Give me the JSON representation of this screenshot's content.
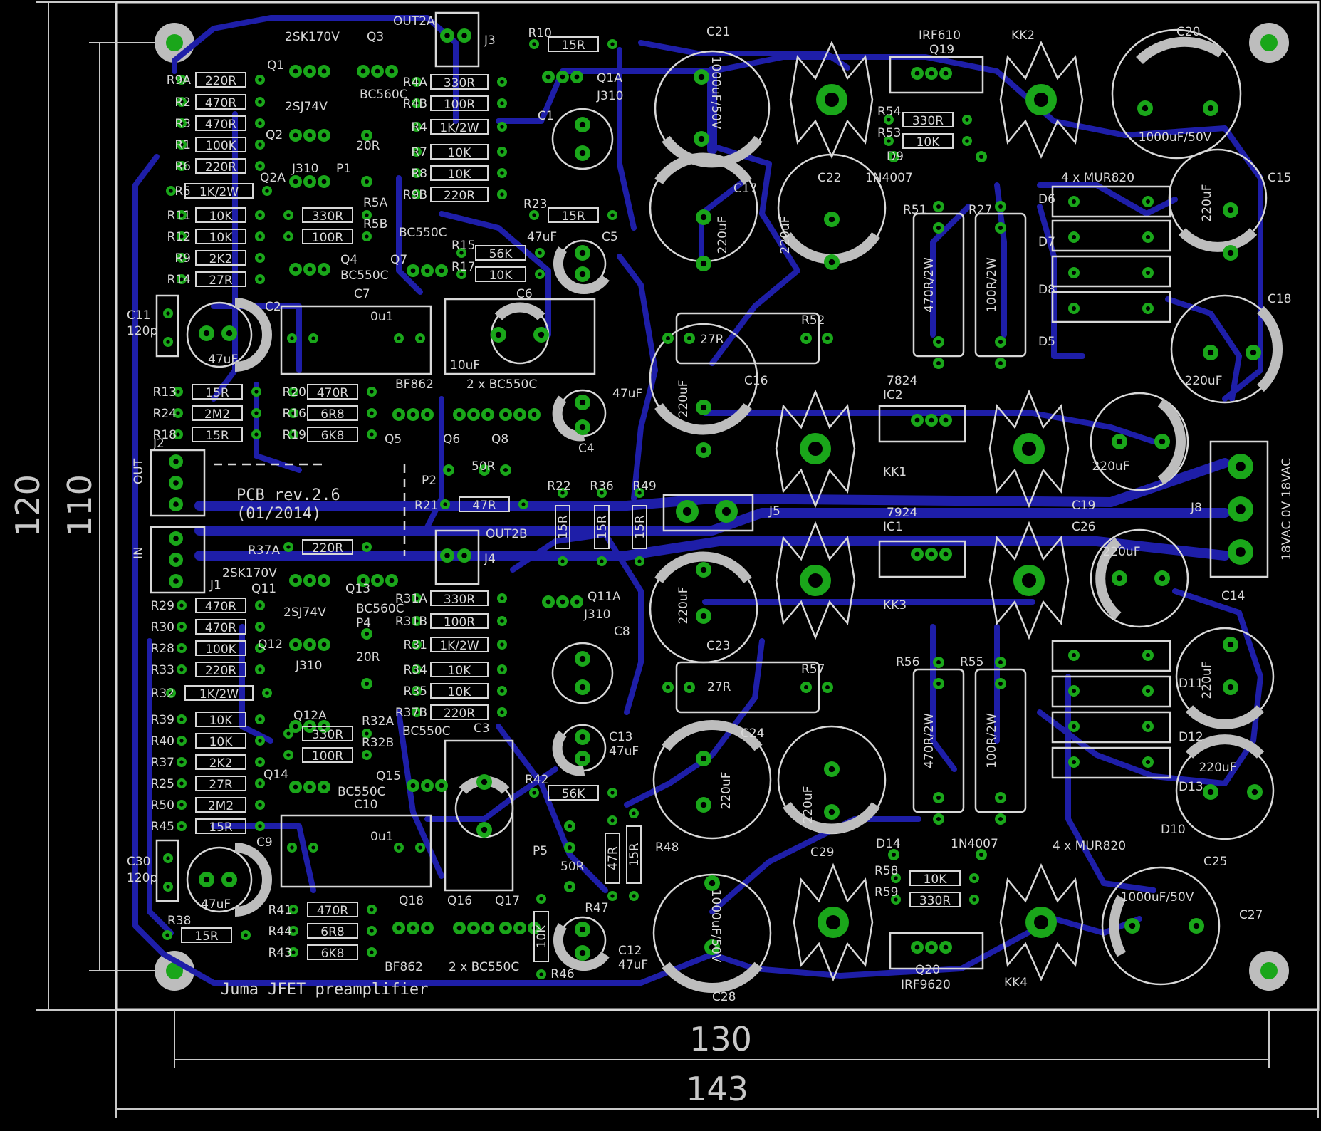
{
  "board": {
    "title": "Juma JFET preamplifier",
    "revision": [
      "PCB rev.2.6",
      "(01/2014)"
    ],
    "colors": {
      "background": "#000000",
      "trace": "#1e1ea8",
      "pad": "#1aa61a",
      "silkscreen": "#d8d8d8"
    }
  },
  "dimensions": {
    "inner_width": "130",
    "outer_width": "143",
    "outer_height": "120",
    "inner_height": "110"
  },
  "resistors_left_top": [
    {
      "ref": "R9A",
      "value": "220R"
    },
    {
      "ref": "R2",
      "value": "470R"
    },
    {
      "ref": "R3",
      "value": "470R"
    },
    {
      "ref": "R1",
      "value": "100K"
    },
    {
      "ref": "R6",
      "value": "220R"
    },
    {
      "ref": "R5",
      "value": "1K/2W"
    },
    {
      "ref": "R11",
      "value": "10K"
    },
    {
      "ref": "R12",
      "value": "10K"
    },
    {
      "ref": "R9",
      "value": "2K2"
    },
    {
      "ref": "R14",
      "value": "27R"
    }
  ],
  "resistors_mid_top": [
    {
      "ref": "R4A",
      "value": "330R"
    },
    {
      "ref": "R4B",
      "value": "100R"
    },
    {
      "ref": "R4",
      "value": "1K/2W"
    },
    {
      "ref": "R7",
      "value": "10K"
    },
    {
      "ref": "R8",
      "value": "10K"
    },
    {
      "ref": "R9B",
      "value": "220R"
    }
  ],
  "resistors_left_mid": [
    {
      "ref": "R13",
      "value": "15R"
    },
    {
      "ref": "R24",
      "value": "2M2"
    },
    {
      "ref": "R18",
      "value": "15R"
    }
  ],
  "resistors_center_mid": [
    {
      "ref": "R20",
      "value": "470R"
    },
    {
      "ref": "R16",
      "value": "6R8"
    },
    {
      "ref": "R19",
      "value": "6K8"
    }
  ],
  "resistors_left_bottom": [
    {
      "ref": "R29",
      "value": "470R"
    },
    {
      "ref": "R30",
      "value": "470R"
    },
    {
      "ref": "R28",
      "value": "100K"
    },
    {
      "ref": "R33",
      "value": "220R"
    },
    {
      "ref": "R32",
      "value": "1K/2W"
    },
    {
      "ref": "R39",
      "value": "10K"
    },
    {
      "ref": "R40",
      "value": "10K"
    },
    {
      "ref": "R37",
      "value": "2K2"
    },
    {
      "ref": "R25",
      "value": "27R"
    },
    {
      "ref": "R50",
      "value": "2M2"
    },
    {
      "ref": "R45",
      "value": "15R"
    }
  ],
  "resistors_mid_bottom": [
    {
      "ref": "R31A",
      "value": "330R"
    },
    {
      "ref": "R31B",
      "value": "100R"
    },
    {
      "ref": "R31",
      "value": "1K/2W"
    },
    {
      "ref": "R34",
      "value": "10K"
    },
    {
      "ref": "R35",
      "value": "10K"
    },
    {
      "ref": "R37B",
      "value": "220R"
    }
  ],
  "resistors_center_bottom": [
    {
      "ref": "R41",
      "value": "470R"
    },
    {
      "ref": "R44",
      "value": "6R8"
    },
    {
      "ref": "R43",
      "value": "6K8"
    }
  ],
  "misc_labels": {
    "R10": "R10",
    "R10v": "15R",
    "R23": "R23",
    "R23v": "15R",
    "R15": "R15",
    "R15v": "56K",
    "R17": "R17",
    "R17v": "10K",
    "R5A": "R5A",
    "R5Av": "330R",
    "R5B": "R5B",
    "R5Bv": "100R",
    "R21": "R21",
    "R21v": "47R",
    "R37A": "R37A",
    "R37Av": "220R",
    "R32A": "R32A",
    "R32Av": "330R",
    "R32B": "R32B",
    "R32Bv": "100R",
    "R42": "R42",
    "R42v": "56K",
    "R38": "R38",
    "R38v": "15R",
    "R22": "R22",
    "R36": "R36",
    "R49": "R49",
    "R15R": "15R",
    "R47": "R47",
    "R47v": "47R",
    "R48": "R48",
    "R48v": "15R",
    "R46": "R46",
    "R46v": "10K",
    "R52": "R52",
    "R27R": "27R",
    "R57": "R57",
    "R54": "R54",
    "R54v": "330R",
    "R53": "R53",
    "R53v": "10K",
    "R58": "R58",
    "R58v": "10K",
    "R59": "R59",
    "R59v": "330R",
    "R51": "R51",
    "R27": "R27",
    "R56": "R56",
    "R55": "R55",
    "r470_2w": "470R/2W",
    "r100_2w": "100R/2W",
    "Q1": "Q1",
    "Q3": "Q3",
    "Q1A": "Q1A",
    "J310": "J310",
    "Q2": "Q2",
    "Q2A": "Q2A",
    "Q4": "Q4",
    "Q5": "Q5",
    "Q6": "Q6",
    "Q7": "Q7",
    "Q8": "Q8",
    "Q11": "Q11",
    "Q13": "Q13",
    "Q11A": "Q11A",
    "Q12": "Q12",
    "Q12A": "Q12A",
    "Q14": "Q14",
    "Q15": "Q15",
    "Q16": "Q16",
    "Q17": "Q17",
    "Q18": "Q18",
    "Q19": "Q19",
    "Q20": "Q20",
    "2SK170V": "2SK170V",
    "2SJ74V": "2SJ74V",
    "BC560C": "BC560C",
    "BC550C": "BC550C",
    "BF862": "BF862",
    "2xBC550C": "2 x BC550C",
    "IRF610": "IRF610",
    "IRF9620": "IRF9620",
    "P1": "P1",
    "P2": "P2",
    "P4": "P4",
    "P5": "P5",
    "20R": "20R",
    "50R": "50R",
    "C1": "C1",
    "C2": "C2",
    "C3": "C3",
    "C4": "C4",
    "C5": "C5",
    "C6": "C6",
    "C7": "C7",
    "C8": "C8",
    "C9": "C9",
    "C10": "C10",
    "C11": "C11",
    "C12": "C12",
    "C13": "C13",
    "C14": "C14",
    "C15": "C15",
    "C16": "C16",
    "C17": "C17",
    "C18": "C18",
    "C19": "C19",
    "C20": "C20",
    "C21": "C21",
    "C22": "C22",
    "C23": "C23",
    "C24": "C24",
    "C25": "C25",
    "C26": "C26",
    "C27": "C27",
    "C28": "C28",
    "C29": "C29",
    "C30": "C30",
    "47uF": "47uF",
    "10uF": "10uF",
    "0u1": "0u1",
    "120p": "120p",
    "220uF": "220uF",
    "1000uF50V": "1000uF/50V",
    "D5": "D5",
    "D6": "D6",
    "D7": "D7",
    "D8": "D8",
    "D9": "D9",
    "D10": "D10",
    "D11": "D11",
    "D12": "D12",
    "D13": "D13",
    "D14": "D14",
    "1N4007": "1N4007",
    "4xMUR820": "4 x MUR820",
    "IC1": "IC1",
    "IC2": "IC2",
    "7824": "7824",
    "7924": "7924",
    "KK1": "KK1",
    "KK2": "KK2",
    "KK3": "KK3",
    "KK4": "KK4",
    "J1": "J1",
    "J2": "J2",
    "J3": "J3",
    "J4": "J4",
    "J5": "J5",
    "J8": "J8",
    "OUT2A": "OUT2A",
    "OUT2B": "OUT2B",
    "OUT": "OUT",
    "IN": "IN",
    "ac": "18VAC 0V 18VAC"
  }
}
